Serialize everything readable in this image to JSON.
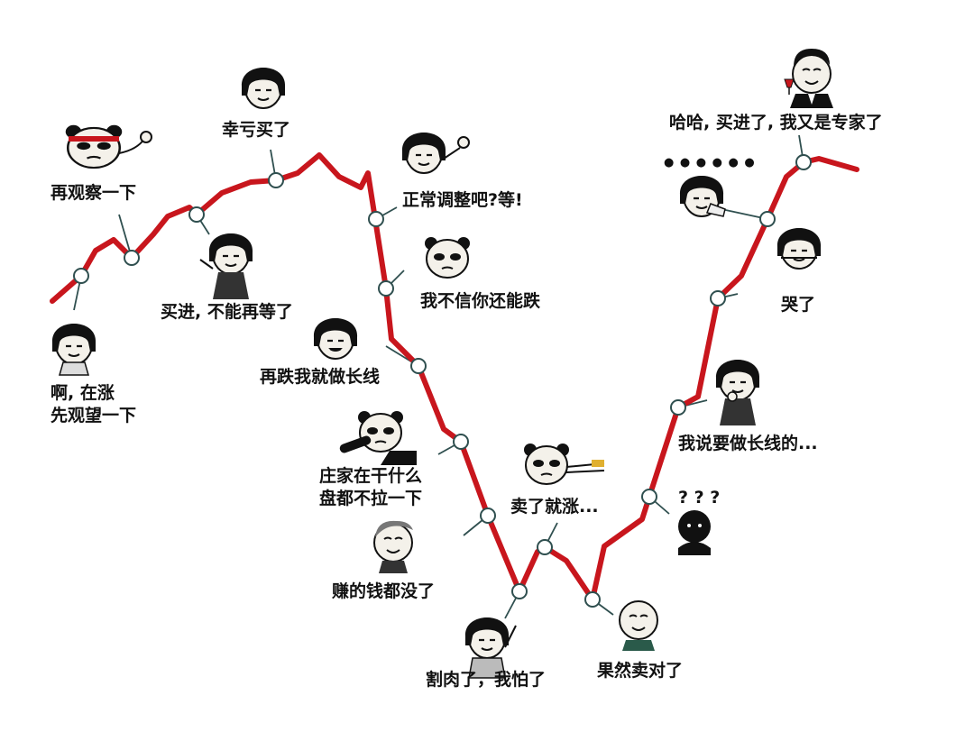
{
  "meme": {
    "line_color": "#c8161d",
    "node_color": "#ffffff",
    "pointer_color": "#2f4f4f",
    "ink_color": "#111111",
    "captions": [
      {
        "id": "rising",
        "lines": [
          "啊, 在涨",
          "先观望一下"
        ]
      },
      {
        "id": "observe",
        "lines": [
          "再观察一下"
        ]
      },
      {
        "id": "buy-in",
        "lines": [
          "买进, 不能再等了"
        ]
      },
      {
        "id": "lucky",
        "lines": [
          "幸亏买了"
        ]
      },
      {
        "id": "adjust",
        "lines": [
          "正常调整吧?等!"
        ]
      },
      {
        "id": "disbelief",
        "lines": [
          "我不信你还能跌"
        ]
      },
      {
        "id": "long-term",
        "lines": [
          "再跌我就做长线"
        ]
      },
      {
        "id": "dealer",
        "lines": [
          "庄家在干什么",
          "盘都不拉一下"
        ]
      },
      {
        "id": "lost-gains",
        "lines": [
          "赚的钱都没了"
        ]
      },
      {
        "id": "cut-loss",
        "lines": [
          "割肉了，我怕了"
        ]
      },
      {
        "id": "sold-rises",
        "lines": [
          "卖了就涨..."
        ]
      },
      {
        "id": "sold-right",
        "lines": [
          "果然卖对了"
        ]
      },
      {
        "id": "confused",
        "lines": [
          "? ? ?"
        ]
      },
      {
        "id": "should-hold",
        "lines": [
          "我说要做长线的..."
        ]
      },
      {
        "id": "cried",
        "lines": [
          "哭了"
        ]
      },
      {
        "id": "speechless",
        "lines": [
          "● ● ● ● ● ●"
        ]
      },
      {
        "id": "expert",
        "lines": [
          "哈哈, 买进了, 我又是专家了"
        ]
      }
    ],
    "faces": [
      {
        "name": "bowl-cut-face-worried-icon"
      },
      {
        "name": "panda-face-headband-icon"
      },
      {
        "name": "bowl-cut-girl-drinking-icon"
      },
      {
        "name": "bowl-cut-face-smug-icon"
      },
      {
        "name": "bowl-cut-face-waving-icon"
      },
      {
        "name": "panda-face-annoyed-icon"
      },
      {
        "name": "bowl-cut-face-grinning-icon"
      },
      {
        "name": "panda-face-lying-icon"
      },
      {
        "name": "bald-man-face-icon"
      },
      {
        "name": "bowl-cut-face-crying-arm-icon"
      },
      {
        "name": "panda-face-chopsticks-icon"
      },
      {
        "name": "round-face-smiling-icon"
      },
      {
        "name": "black-silhouette-face-icon"
      },
      {
        "name": "bowl-cut-girl-thinking-icon"
      },
      {
        "name": "bowl-cut-face-sobbing-icon"
      },
      {
        "name": "bowl-cut-face-tissue-icon"
      },
      {
        "name": "businessman-wine-icon"
      }
    ]
  }
}
